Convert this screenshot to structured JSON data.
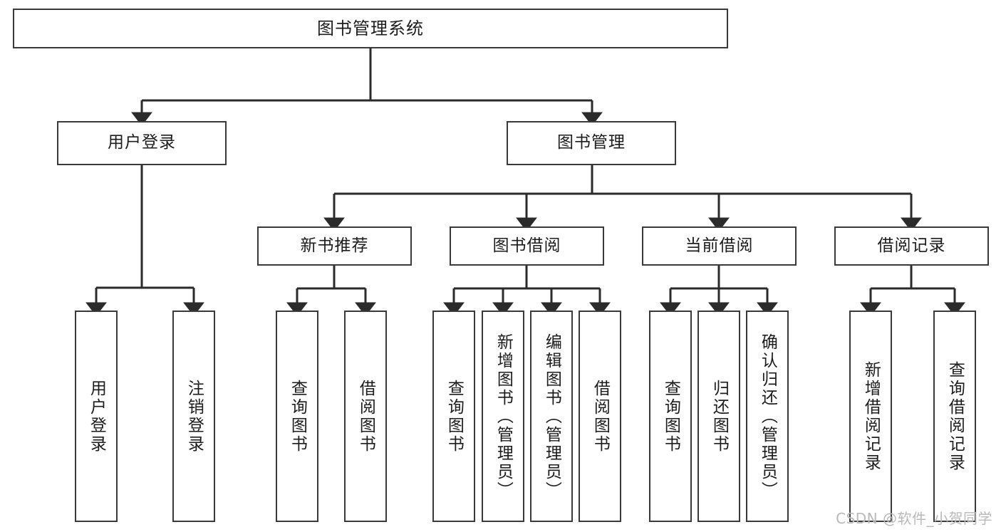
{
  "diagram": {
    "type": "tree-hierarchy",
    "title": "图书管理系统",
    "orientation": "top-down",
    "colors": {
      "box_border": "#3a3a3a",
      "box_fill": "#ffffff",
      "connector": "#2b2b2b",
      "text": "#1c1c1c",
      "watermark": "#b9b9b9",
      "background": "#ffffff"
    },
    "root": {
      "label": "图书管理系统"
    },
    "level2": [
      {
        "id": "user-login",
        "label": "用户登录"
      },
      {
        "id": "book-manage",
        "label": "图书管理"
      }
    ],
    "level3": [
      {
        "id": "new-book-recommend",
        "label": "新书推荐"
      },
      {
        "id": "book-borrow",
        "label": "图书借阅"
      },
      {
        "id": "current-borrow",
        "label": "当前借阅"
      },
      {
        "id": "borrow-record",
        "label": "借阅记录"
      }
    ],
    "leaves": {
      "user-login": [
        {
          "id": "leaf-user-login",
          "label": "用户登录"
        },
        {
          "id": "leaf-logout-login",
          "label": "注销登录"
        }
      ],
      "new-book-recommend": [
        {
          "id": "leaf-query-book-1",
          "label": "查询图书"
        },
        {
          "id": "leaf-borrow-book-1",
          "label": "借阅图书"
        }
      ],
      "book-borrow": [
        {
          "id": "leaf-query-book-2",
          "label": "查询图书"
        },
        {
          "id": "leaf-add-book",
          "label": "新增图书（管理员）"
        },
        {
          "id": "leaf-edit-book",
          "label": "编辑图书（管理员）"
        },
        {
          "id": "leaf-borrow-book-2",
          "label": "借阅图书"
        }
      ],
      "current-borrow": [
        {
          "id": "leaf-query-book-3",
          "label": "查询图书"
        },
        {
          "id": "leaf-return-book",
          "label": "归还图书"
        },
        {
          "id": "leaf-confirm-return",
          "label": "确认归还（管理员）"
        }
      ],
      "borrow-record": [
        {
          "id": "leaf-add-record",
          "label": "新增借阅记录"
        },
        {
          "id": "leaf-query-record",
          "label": "查询借阅记录"
        }
      ]
    }
  },
  "watermark": {
    "text": "CSDN @软件_小贺同学"
  }
}
